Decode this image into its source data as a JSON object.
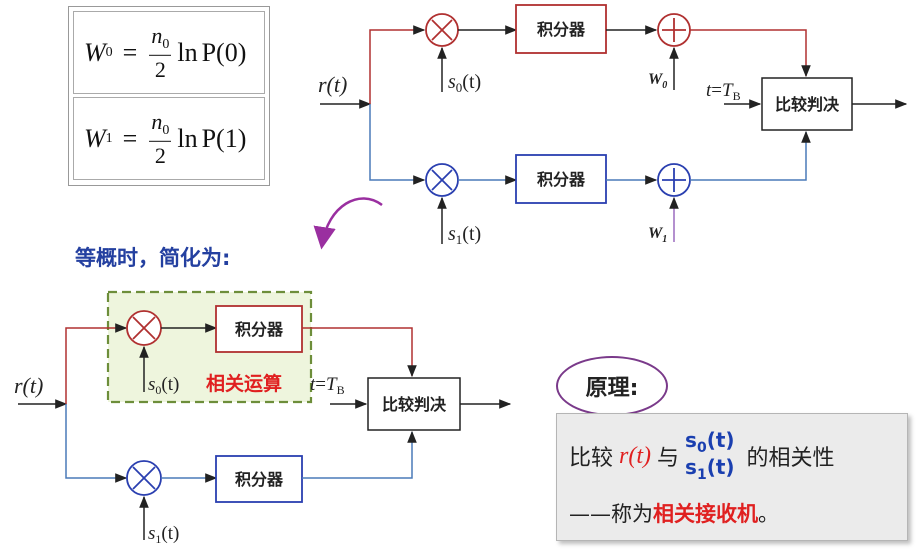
{
  "equations": {
    "w0": {
      "lhs": "W",
      "lhs_sub": "0",
      "eq": "=",
      "num": "n",
      "num_sub": "0",
      "den": "2",
      "fn": "ln",
      "arg": "P(0)"
    },
    "w1": {
      "lhs": "W",
      "lhs_sub": "1",
      "eq": "=",
      "num": "n",
      "num_sub": "0",
      "den": "2",
      "fn": "ln",
      "arg": "P(1)"
    }
  },
  "top_diagram": {
    "input": "r(t)",
    "integrator_label": "积分器",
    "comparator_label": "比较判决",
    "s0": "s",
    "s0_sub": "0",
    "s_arg": "(t)",
    "s1": "s",
    "s1_sub": "1",
    "w0": "W",
    "w0_sub": "0",
    "w1": "W",
    "w1_sub": "1",
    "sample": "t",
    "sample_eq": "=",
    "sample_T": "T",
    "sample_sub": "B"
  },
  "simplify_title": "等概时，简化为:",
  "bottom_diagram": {
    "input": "r(t)",
    "integrator_label": "积分器",
    "comparator_label": "比较判决",
    "s0": "s",
    "s0_sub": "0",
    "s_arg": "(t)",
    "s1": "s",
    "s1_sub": "1",
    "correlation_label": "相关运算",
    "sample": "t",
    "sample_eq": "=",
    "sample_T": "T",
    "sample_sub": "B"
  },
  "principle": {
    "title": "原理",
    "colon": ":",
    "compare": "比较",
    "r": "r(t)",
    "with": "与",
    "s0": "s",
    "s0_sub": "0",
    "s1": "s",
    "s1_sub": "1",
    "targ": "(t)",
    "suffix": "的相关性",
    "dash": "——称为",
    "name": "相关接收机",
    "end": "。"
  },
  "colors": {
    "red_path": "#b03030",
    "blue_path": "#4a7ab8",
    "adder": "#2a3fb0",
    "highlight_border": "#6d8e3a",
    "highlight_fill": "#eef5dd",
    "arrow_curve": "#9a2fa0"
  }
}
